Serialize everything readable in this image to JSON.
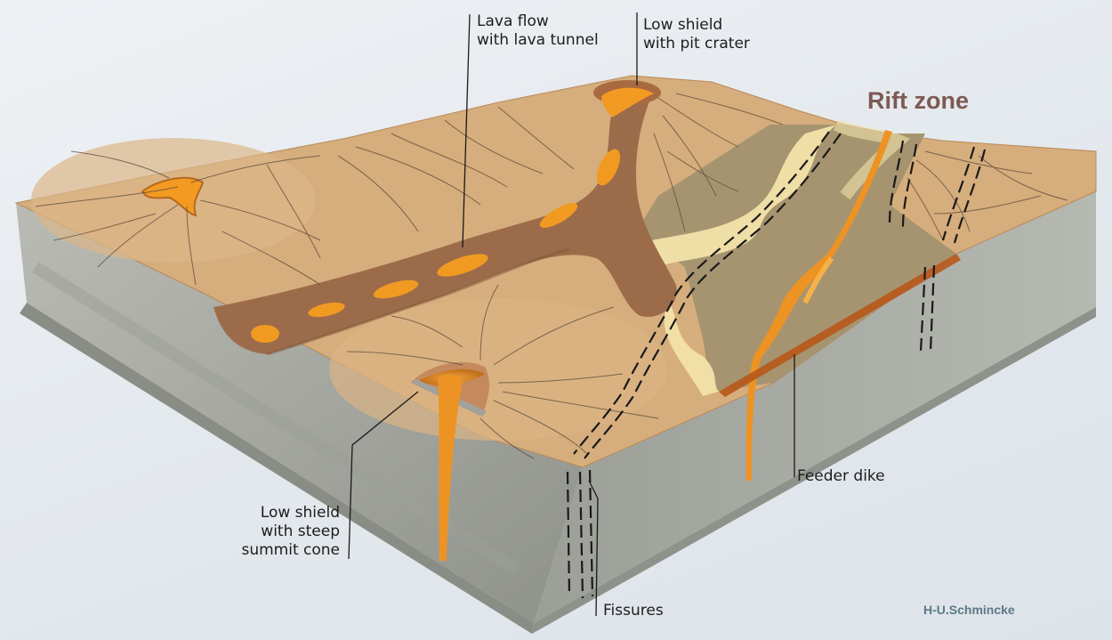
{
  "diagram": {
    "title": "Rift zone",
    "credit": "H-U.Schmincke",
    "labels": {
      "lava_flow": "Lava flow\nwith lava tunnel",
      "low_shield_pit": "Low shield\nwith pit crater",
      "feeder_dike": "Feeder dike",
      "low_shield_steep": "Low shield\nwith steep\nsummit cone",
      "fissures": "Fissures"
    },
    "colors": {
      "background": "#e6eaee",
      "ground_surface": "#d4aa7a",
      "lava_channel": "#9a6a48",
      "lava_glow": "#f0941c",
      "rift_floor": "#a29068",
      "pale_deposit": "#f2e0a8",
      "block_side": "#a2a49d",
      "title": "#7d5a52",
      "credit": "#5c7a86"
    }
  }
}
